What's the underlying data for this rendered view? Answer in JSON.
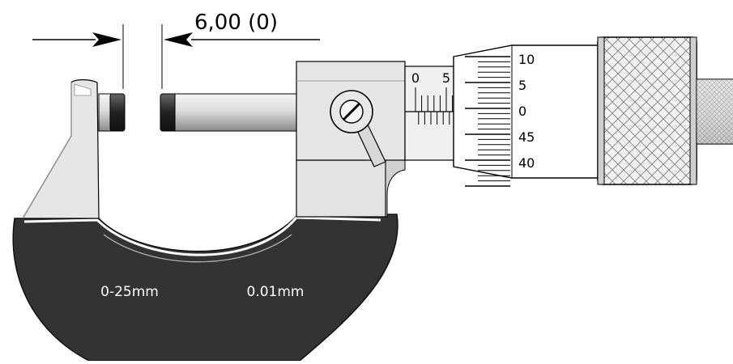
{
  "reading": "6,00 (0)",
  "frame_labels": {
    "range": "0-25mm",
    "resolution": "0.01mm"
  },
  "sleeve_scale": {
    "labels": [
      "0",
      "5"
    ]
  },
  "thimble_scale": {
    "labels": [
      "10",
      "5",
      "0",
      "45",
      "40"
    ]
  },
  "colors": {
    "frame": "#333333",
    "metal_light": "#e8e8e8",
    "outline": "#000000",
    "background": "#ffffff"
  }
}
